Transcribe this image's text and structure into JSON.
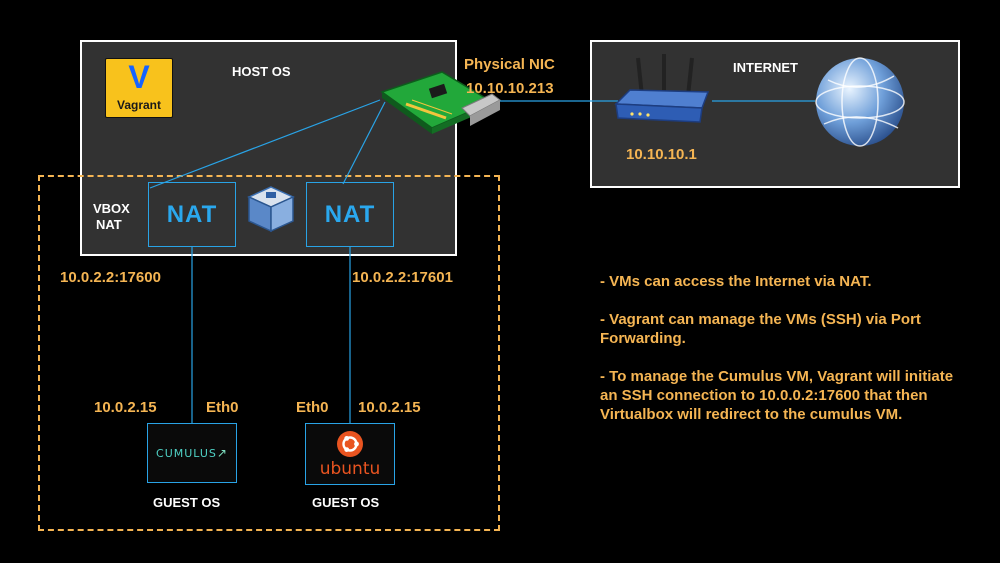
{
  "host": {
    "title": "HOST OS",
    "logo_text": "Vagrant",
    "logo_letter": "V"
  },
  "internet": {
    "title": "INTERNET",
    "router_ip": "10.10.10.1"
  },
  "nic": {
    "label": "Physical NIC",
    "ip": "10.10.10.213"
  },
  "vbox_nat": {
    "label_line1": "VBOX",
    "label_line2": "NAT"
  },
  "nat_left": {
    "label": "NAT",
    "forward": "10.0.2.2:17600"
  },
  "nat_right": {
    "label": "NAT",
    "forward": "10.0.2.2:17601"
  },
  "guest_left": {
    "ip": "10.0.2.15",
    "iface": "Eth0",
    "logo_text": "CUMULUS",
    "caption": "GUEST OS"
  },
  "guest_right": {
    "ip": "10.0.2.15",
    "iface": "Eth0",
    "logo_text": "ubuntu",
    "caption": "GUEST OS"
  },
  "notes": [
    "- VMs can access the Internet via NAT.",
    "- Vagrant can manage the VMs (SSH) via Port Forwarding.",
    "- To manage the Cumulus VM, Vagrant will initiate an SSH connection to 10.0.0.2:17600 that then Virtualbox will redirect to the cumulus VM."
  ],
  "colors": {
    "background": "#000000",
    "box_fill": "#323232",
    "accent_orange": "#f5b553",
    "link_blue": "#29a3e6",
    "vagrant_yellow": "#f8c21c",
    "vagrant_blue": "#1563ff"
  },
  "icons": [
    "vagrant-logo-icon",
    "nic-card-icon",
    "router-icon",
    "globe-icon",
    "virtualbox-icon",
    "cumulus-logo-icon",
    "ubuntu-logo-icon"
  ]
}
